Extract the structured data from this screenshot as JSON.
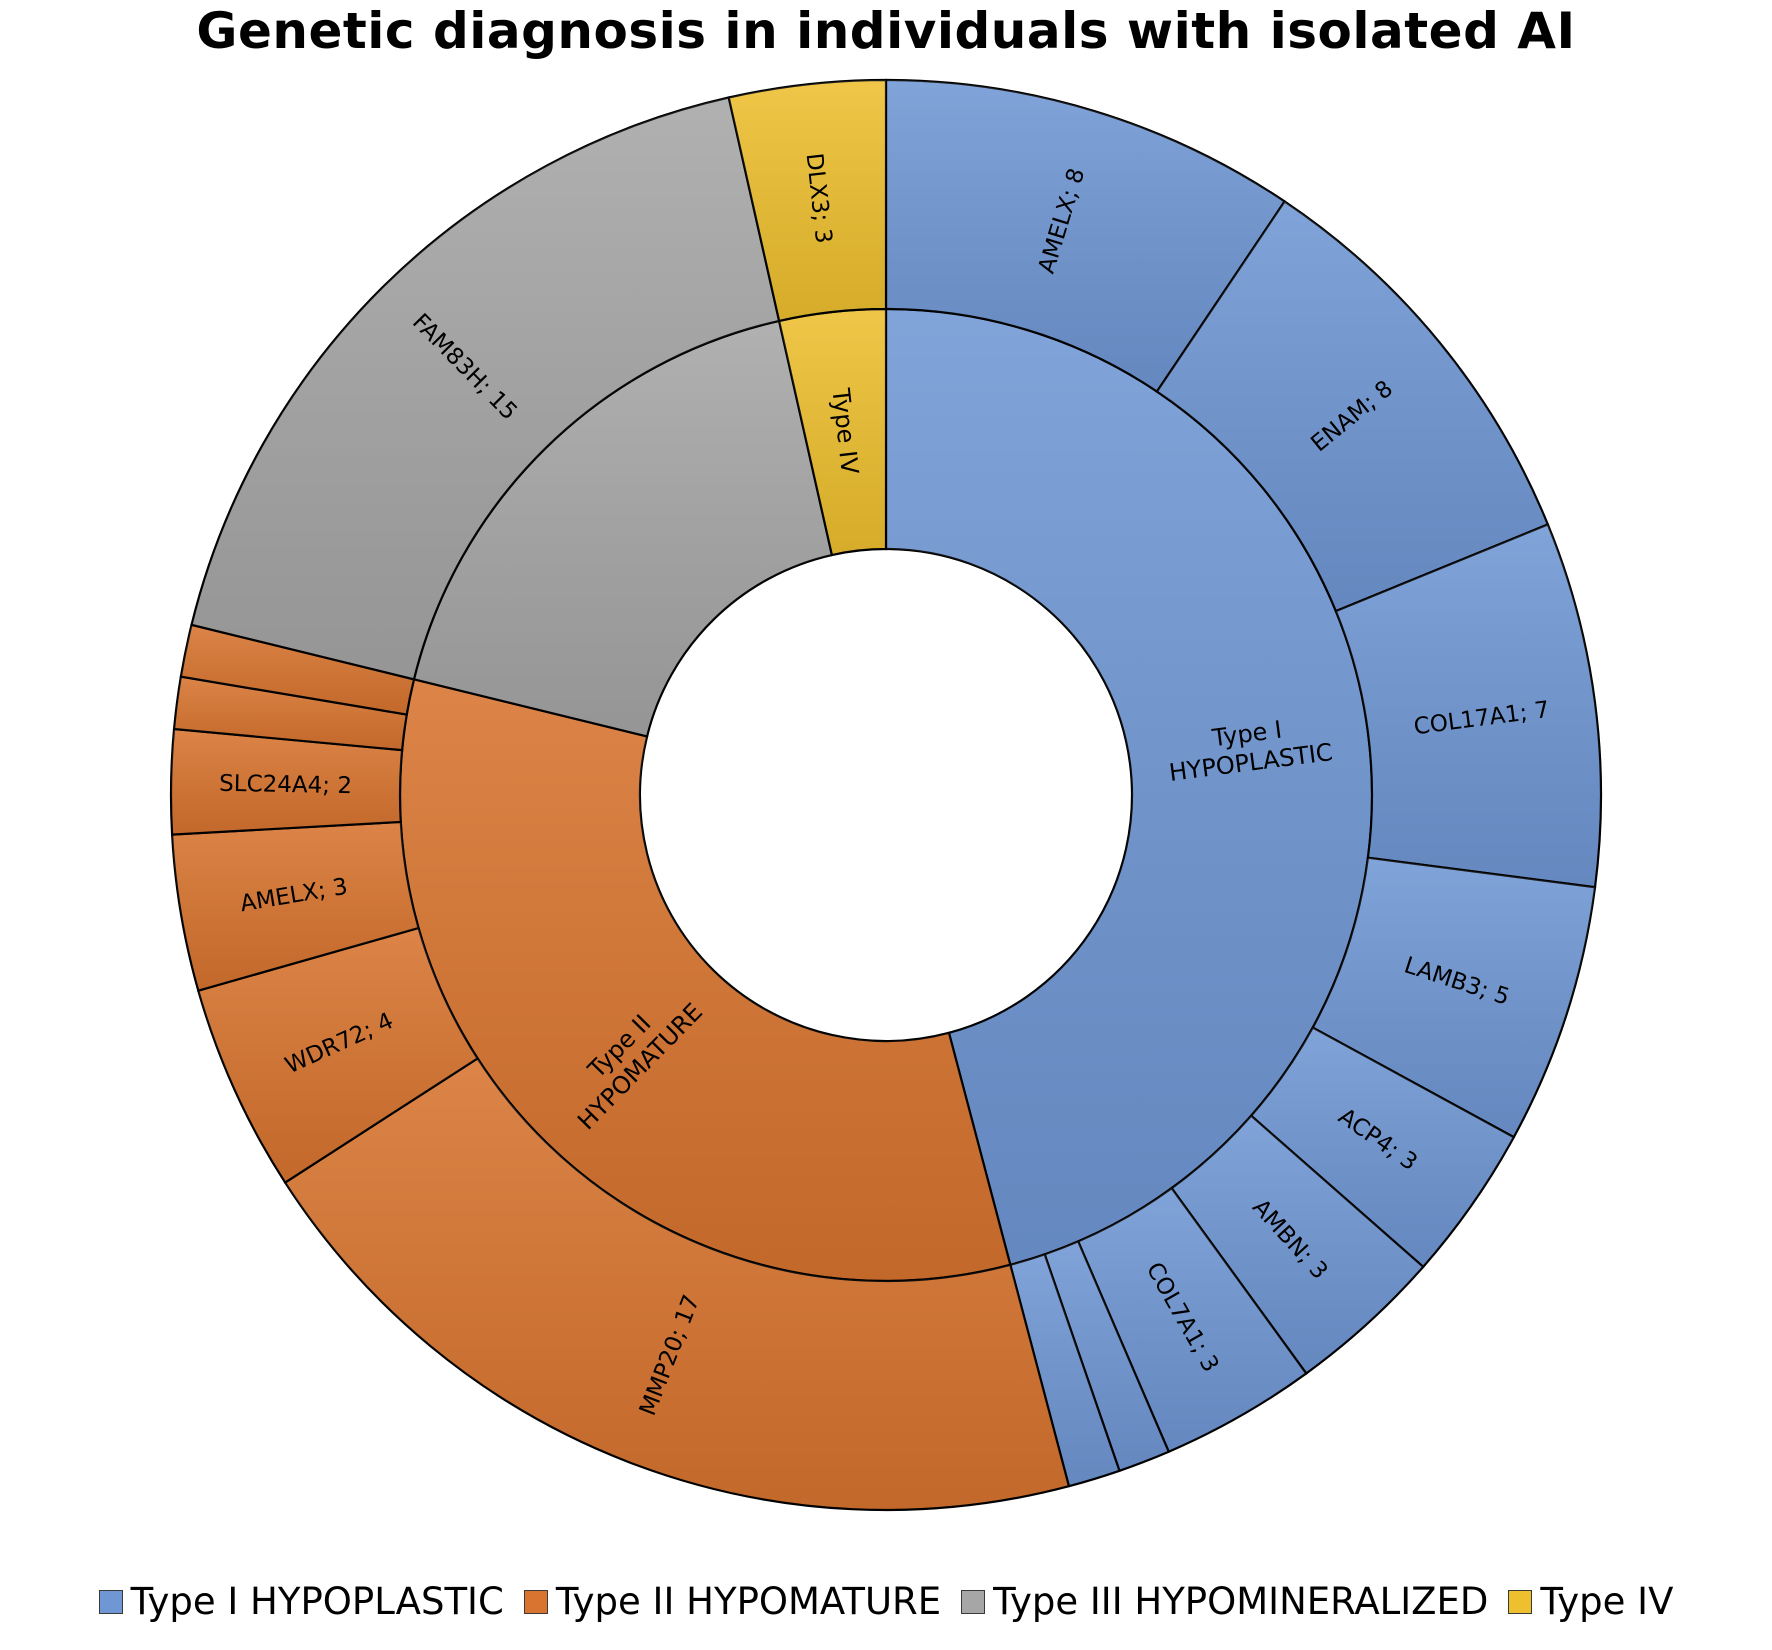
{
  "chart_data": {
    "type": "sunburst",
    "title": "Genetic diagnosis in individuals with isolated AI",
    "legend_position": "bottom",
    "groups": [
      {
        "name": "Type I HYPOPLASTIC",
        "label": "Type I\nHYPOPLASTIC",
        "color": "#6f97d4",
        "children": [
          {
            "label": "AMELX; 8",
            "gene": "AMELX",
            "value": 8
          },
          {
            "label": "ENAM; 8",
            "gene": "ENAM",
            "value": 8
          },
          {
            "label": "COL17A1; 7",
            "gene": "COL17A1",
            "value": 7
          },
          {
            "label": "LAMB3; 5",
            "gene": "LAMB3",
            "value": 5
          },
          {
            "label": "ACP4; 3",
            "gene": "ACP4",
            "value": 3
          },
          {
            "label": "AMBN; 3",
            "gene": "AMBN",
            "value": 3
          },
          {
            "label": "COL7A1; 3",
            "gene": "COL7A1",
            "value": 3
          },
          {
            "label": "",
            "gene": "",
            "value": 1
          },
          {
            "label": "",
            "gene": "",
            "value": 1
          }
        ]
      },
      {
        "name": "Type II HYPOMATURE",
        "label": "Type II\nHYPOMATURE",
        "color": "#d8742f",
        "children": [
          {
            "label": "MMP20; 17",
            "gene": "MMP20",
            "value": 17
          },
          {
            "label": "WDR72; 4",
            "gene": "WDR72",
            "value": 4
          },
          {
            "label": "AMELX; 3",
            "gene": "AMELX",
            "value": 3
          },
          {
            "label": "SLC24A4; 2",
            "gene": "SLC24A4",
            "value": 2
          },
          {
            "label": "",
            "gene": "",
            "value": 1
          },
          {
            "label": "",
            "gene": "",
            "value": 1
          }
        ]
      },
      {
        "name": "Type III HYPOMINERALIZED",
        "label": "",
        "color": "#a6a6a6",
        "children": [
          {
            "label": "FAM83H; 15",
            "gene": "FAM83H",
            "value": 15
          }
        ]
      },
      {
        "name": "Type IV",
        "label": "Type IV",
        "color": "#eebf2f",
        "children": [
          {
            "label": "DLX3; 3",
            "gene": "DLX3",
            "value": 3
          }
        ]
      }
    ],
    "legend": [
      {
        "label": "Type I HYPOPLASTIC",
        "color": "#6f97d4"
      },
      {
        "label": "Type II HYPOMATURE",
        "color": "#d8742f"
      },
      {
        "label": "Type III HYPOMINERALIZED",
        "color": "#a6a6a6"
      },
      {
        "label": "Type IV",
        "color": "#eebf2f"
      }
    ]
  }
}
